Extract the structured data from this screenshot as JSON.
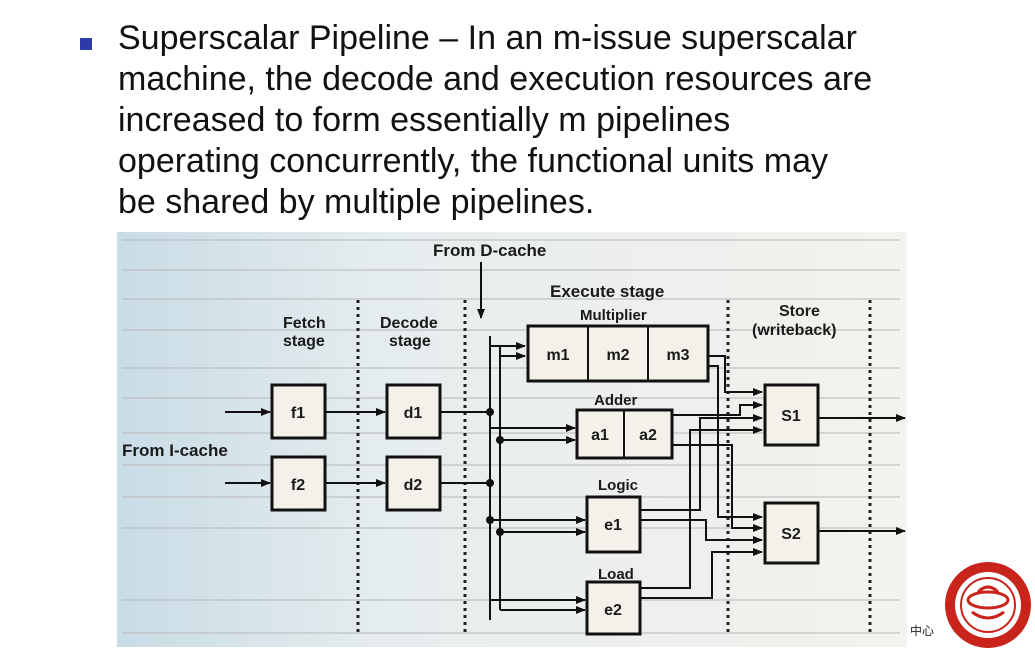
{
  "slide": {
    "bullet_lines": [
      "Superscalar Pipeline – In an m-issue superscalar",
      "machine, the decode and execution resources are",
      "increased to form essentially m pipelines",
      "operating concurrently, the functional units may",
      "be shared by multiple pipelines."
    ]
  },
  "diagram": {
    "from_dcache": "From D-cache",
    "execute_stage": "Execute stage",
    "fetch_stage": [
      "Fetch",
      "stage"
    ],
    "decode_stage": [
      "Decode",
      "stage"
    ],
    "store": [
      "Store",
      "(writeback)"
    ],
    "from_icache": "From I-cache",
    "multiplier": "Multiplier",
    "adder": "Adder",
    "logic": "Logic",
    "load": "Load",
    "boxes": {
      "f1": "f1",
      "f2": "f2",
      "d1": "d1",
      "d2": "d2",
      "m1": "m1",
      "m2": "m2",
      "m3": "m3",
      "a1": "a1",
      "a2": "a2",
      "e1": "e1",
      "e2": "e2",
      "s1": "S1",
      "s2": "S2"
    }
  },
  "footer": {
    "logo_text": "中心"
  },
  "colors": {
    "bullet": "#2d3aa8",
    "logo_red": "#c8241c",
    "scan_left": "#c9dce6"
  }
}
